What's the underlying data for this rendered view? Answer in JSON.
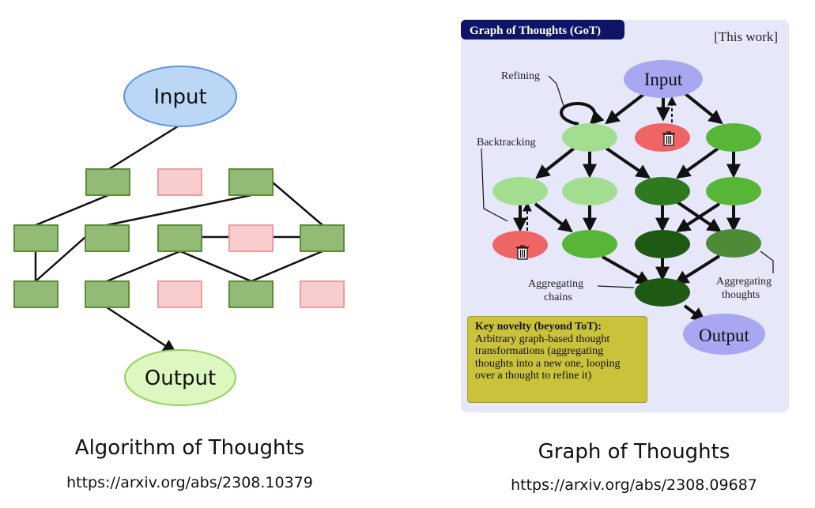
{
  "aot": {
    "input_label": "Input",
    "output_label": "Output",
    "title": "Algorithm of Thoughts",
    "url": "https://arxiv.org/abs/2308.10379"
  },
  "got": {
    "header": "Graph of Thoughts (GoT)",
    "tag": "[This work]",
    "input_label": "Input",
    "output_label": "Output",
    "refining": "Refining",
    "backtracking": "Backtracking",
    "aggregating_chains_1": "Aggregating",
    "aggregating_chains_2": "chains",
    "aggregating_thoughts_1": "Aggregating",
    "aggregating_thoughts_2": "thoughts",
    "trash_icon": "trash-icon",
    "novelty_title": "Key novelty (beyond ToT):",
    "novelty_body": "Arbitrary graph-based thought transformations (aggregating thoughts into a new one, looping over a thought to refine it)",
    "title": "Graph of Thoughts",
    "url": "https://arxiv.org/abs/2308.09687"
  },
  "colors": {
    "aot_node": "#93bb76",
    "aot_node_border": "#5b8d3b",
    "aot_pruned": "#f7cdcd",
    "aot_pruned_border": "#eaa0a0",
    "aot_input": "#bcd6f6",
    "aot_output": "#dcf7c0",
    "got_bg": "#e7e7fa",
    "got_header": "#0e1466",
    "got_io": "#a7a7f2",
    "got_light": "#a3dd8f",
    "got_mid": "#57b637",
    "got_dark": "#2f7a1f",
    "got_darker": "#1f5a14",
    "got_red": "#ef6464",
    "got_note": "#c9c23a"
  }
}
